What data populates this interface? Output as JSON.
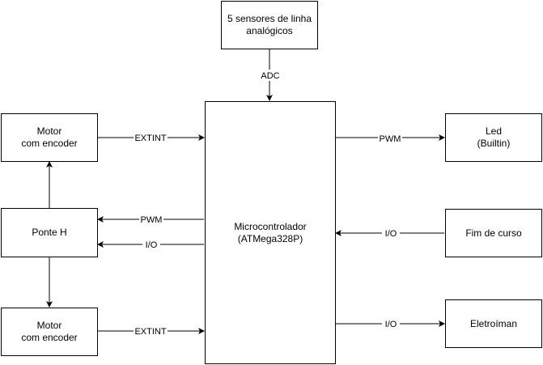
{
  "diagram": {
    "nodes": {
      "sensors": "5 sensores de linha\nanalógicos",
      "mcu": "Microcontrolador\n(ATMega328P)",
      "motor_top": "Motor\ncom encoder",
      "bridge": "Ponte H",
      "motor_bottom": "Motor\ncom encoder",
      "led": "Led\n(Builtin)",
      "limit_switch": "Fim de curso",
      "electromagnet": "Eletroíman"
    },
    "edges": {
      "sensors_to_mcu": "ADC",
      "motor_top_to_mcu": "EXTINT",
      "mcu_to_bridge_pwm": "PWM",
      "mcu_to_bridge_io": "I/O",
      "motor_bottom_to_mcu": "EXTINT",
      "mcu_to_led": "PWM",
      "switch_to_mcu": "I/O",
      "mcu_to_electromagnet": "I/O"
    }
  }
}
